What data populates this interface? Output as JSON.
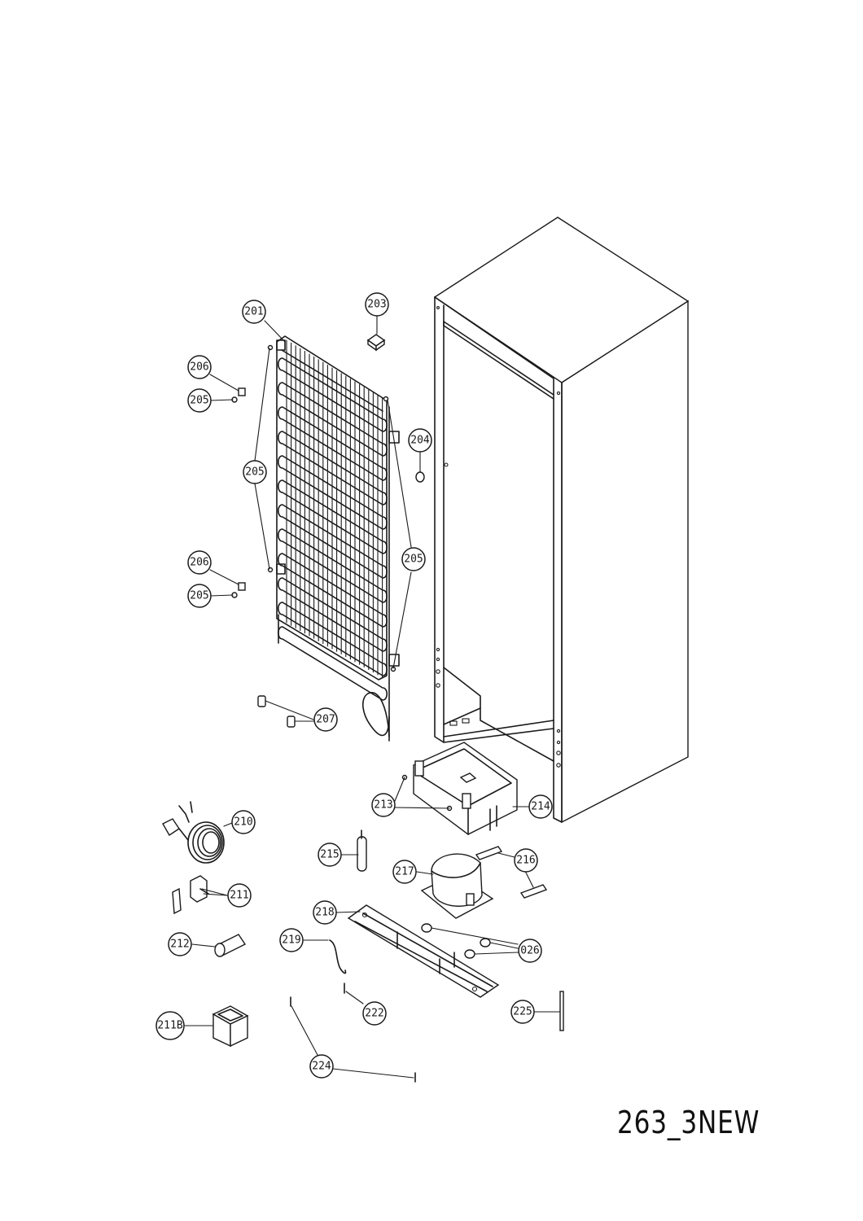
{
  "drawing_code": "263_3NEW",
  "callouts": [
    {
      "id": "c201",
      "label": "201"
    },
    {
      "id": "c203",
      "label": "203"
    },
    {
      "id": "c206a",
      "label": "206"
    },
    {
      "id": "c205a",
      "label": "205"
    },
    {
      "id": "c204",
      "label": "204"
    },
    {
      "id": "c205b",
      "label": "205"
    },
    {
      "id": "c205c",
      "label": "205"
    },
    {
      "id": "c206b",
      "label": "206"
    },
    {
      "id": "c205d",
      "label": "205"
    },
    {
      "id": "c207",
      "label": "207"
    },
    {
      "id": "c213",
      "label": "213"
    },
    {
      "id": "c214",
      "label": "214"
    },
    {
      "id": "c210",
      "label": "210"
    },
    {
      "id": "c215",
      "label": "215"
    },
    {
      "id": "c216",
      "label": "216"
    },
    {
      "id": "c217",
      "label": "217"
    },
    {
      "id": "c211",
      "label": "211"
    },
    {
      "id": "c218",
      "label": "218"
    },
    {
      "id": "c212",
      "label": "212"
    },
    {
      "id": "c219",
      "label": "219"
    },
    {
      "id": "c026",
      "label": "026"
    },
    {
      "id": "c222",
      "label": "222"
    },
    {
      "id": "c225",
      "label": "225"
    },
    {
      "id": "c211b",
      "label": "211B"
    },
    {
      "id": "c224",
      "label": "224"
    }
  ]
}
